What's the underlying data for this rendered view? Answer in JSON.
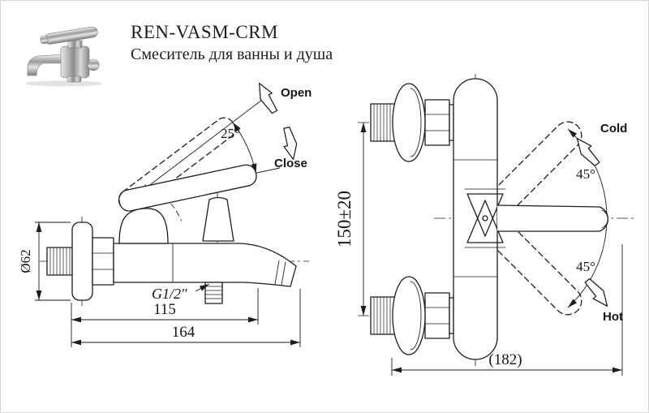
{
  "header": {
    "model": "REN-VASM-CRM",
    "subtitle": "Смеситель для ванны и душа"
  },
  "side_view": {
    "open": "Open",
    "close": "Close",
    "angle": "25°",
    "diameter": "Ø62",
    "thread": "G1/2″",
    "dim_115": "115",
    "dim_164": "164"
  },
  "front_view": {
    "cold": "Cold",
    "hot": "Hot",
    "angle_up": "45°",
    "angle_down": "45°",
    "dim_height": "150±20",
    "dim_width": "(182)"
  },
  "colors": {
    "line": "#1c1c1c",
    "background": "#ffffff"
  }
}
